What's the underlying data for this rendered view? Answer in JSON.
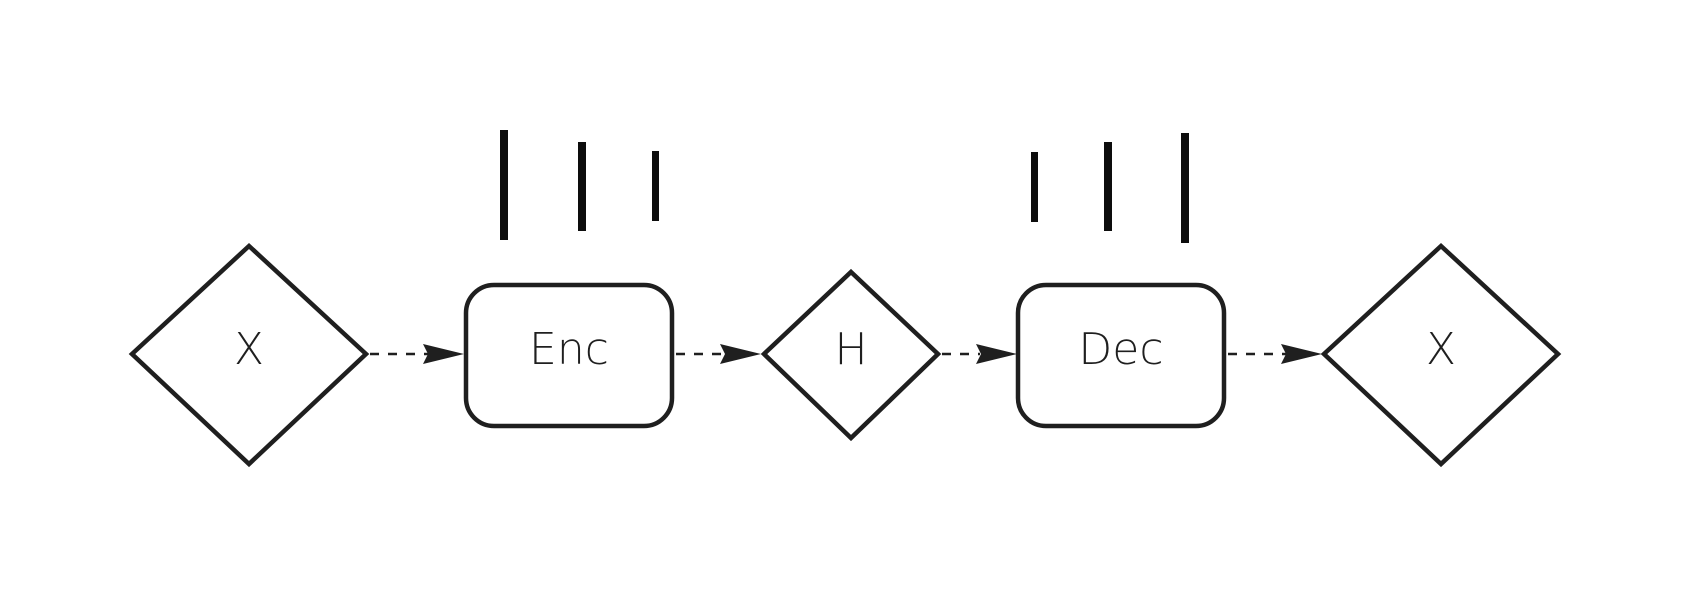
{
  "diagram": {
    "nodes": [
      {
        "id": "x_in",
        "shape": "diamond",
        "label": "X"
      },
      {
        "id": "enc",
        "shape": "rounded-rect",
        "label": "Enc"
      },
      {
        "id": "h",
        "shape": "diamond",
        "label": "H"
      },
      {
        "id": "dec",
        "shape": "rounded-rect",
        "label": "Dec"
      },
      {
        "id": "x_out",
        "shape": "diamond",
        "label": "X"
      }
    ],
    "edges": [
      {
        "from": "x_in",
        "to": "enc",
        "style": "dashed-arrow"
      },
      {
        "from": "enc",
        "to": "h",
        "style": "dashed-arrow"
      },
      {
        "from": "h",
        "to": "dec",
        "style": "dashed-arrow"
      },
      {
        "from": "dec",
        "to": "x_out",
        "style": "dashed-arrow"
      }
    ],
    "colors": {
      "stroke": "#1f1f1f",
      "background": "#ffffff"
    }
  }
}
